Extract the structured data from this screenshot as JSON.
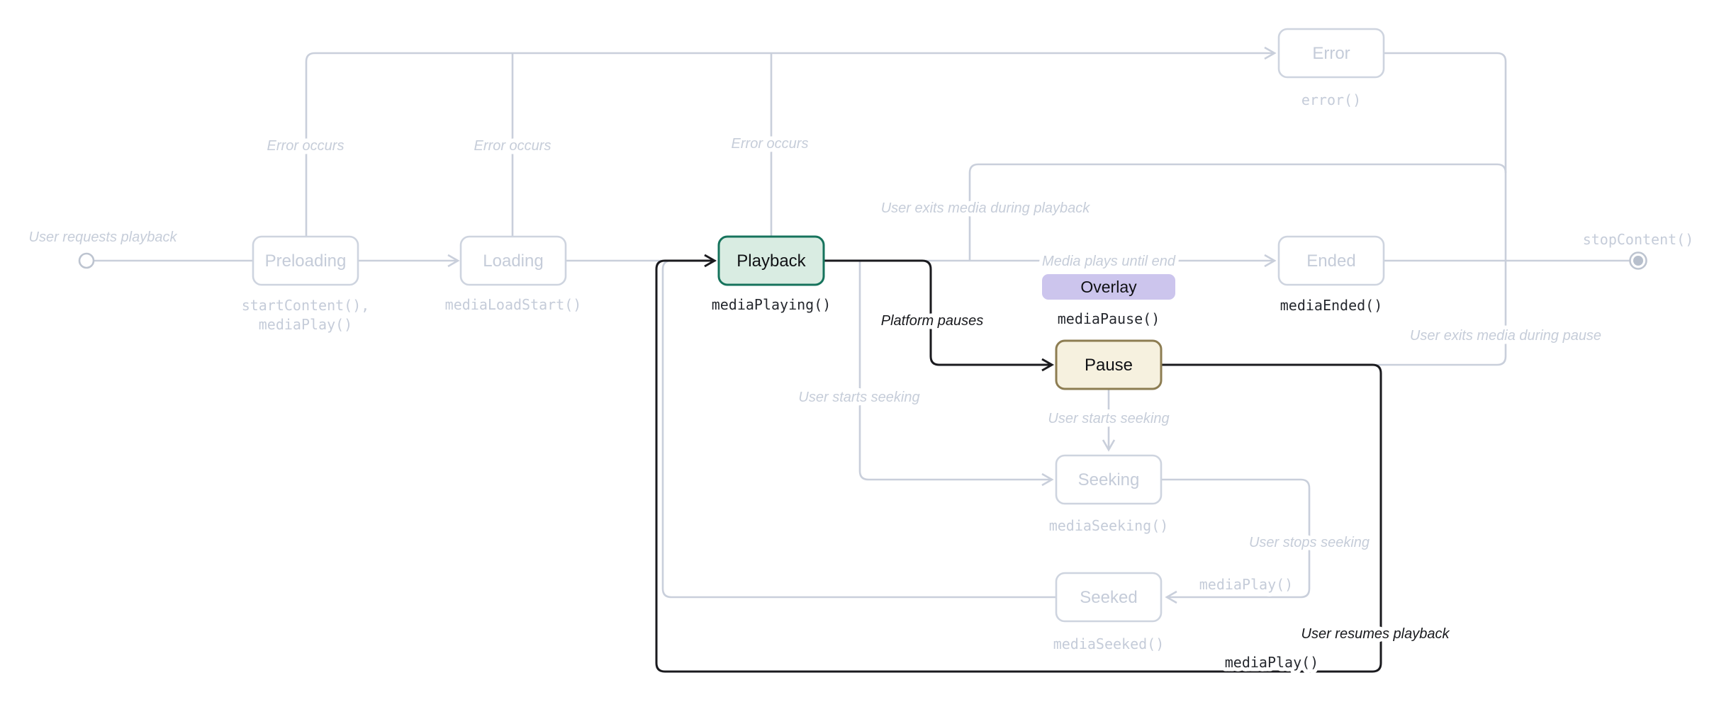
{
  "diagram": {
    "kind": "media-playback-state-machine",
    "highlighted_transition": "Playback to Pause and back to Playback"
  },
  "colors": {
    "background": "#ffffff",
    "faded_line": "#c9cfdb",
    "faded_text": "#c5ccd9",
    "highlight_line": "#1a1a1e",
    "playback_fill": "#d9ece2",
    "playback_border": "#16735c",
    "pause_fill": "#f6f1df",
    "pause_border": "#8d7d52",
    "overlay_fill": "#ccc5ed"
  },
  "states": {
    "preloading": {
      "label": "Preloading",
      "caption": [
        "startContent(),",
        "mediaPlay()"
      ],
      "highlighted": false
    },
    "loading": {
      "label": "Loading",
      "caption": [
        "mediaLoadStart()"
      ],
      "highlighted": false
    },
    "playback": {
      "label": "Playback",
      "caption": [
        "mediaPlaying()"
      ],
      "highlighted": true
    },
    "overlay": {
      "label": "Overlay",
      "caption": [
        "mediaPause()"
      ],
      "highlighted": true
    },
    "pause": {
      "label": "Pause",
      "caption": [],
      "highlighted": true
    },
    "seeking": {
      "label": "Seeking",
      "caption": [
        "mediaSeeking()"
      ],
      "highlighted": false
    },
    "seeked": {
      "label": "Seeked",
      "caption": [
        "mediaSeeked()"
      ],
      "highlighted": false
    },
    "ended": {
      "label": "Ended",
      "caption": [
        "mediaEnded()"
      ],
      "highlighted": false
    },
    "error": {
      "label": "Error",
      "caption": [
        "error()"
      ],
      "highlighted": false
    }
  },
  "edges": {
    "user_requests_playback": {
      "label": "User requests playback"
    },
    "error_occurs": {
      "label": "Error occurs"
    },
    "media_plays_until_end": {
      "label": "Media plays until end"
    },
    "user_exits_playback": {
      "label": "User exits media during playback"
    },
    "user_exits_pause": {
      "label": "User exits media during pause"
    },
    "platform_pauses": {
      "label": "Platform pauses"
    },
    "user_starts_seeking": {
      "label": "User starts seeking"
    },
    "user_stops_seeking": {
      "label": "User stops seeking",
      "caption": "mediaPlay()"
    },
    "user_resumes_playback": {
      "label": "User resumes playback",
      "caption": "mediaPlay()"
    },
    "stop_content": {
      "label": "stopContent()"
    }
  },
  "transitions": [
    {
      "from": "start",
      "to": "Preloading",
      "label": "User requests playback"
    },
    {
      "from": "Preloading",
      "to": "Loading",
      "label": ""
    },
    {
      "from": "Loading",
      "to": "Playback",
      "label": ""
    },
    {
      "from": "Preloading",
      "to": "Error",
      "label": "Error occurs"
    },
    {
      "from": "Loading",
      "to": "Error",
      "label": "Error occurs"
    },
    {
      "from": "Playback",
      "to": "Error",
      "label": "Error occurs"
    },
    {
      "from": "Playback",
      "to": "Ended",
      "label": "Media plays until end"
    },
    {
      "from": "Playback",
      "to": "end",
      "label": "User exits media during playback"
    },
    {
      "from": "Playback",
      "to": "Pause",
      "label": "Platform pauses",
      "highlighted": true
    },
    {
      "from": "Pause",
      "to": "Playback",
      "label": "User resumes playback",
      "event": "mediaPlay()",
      "highlighted": true
    },
    {
      "from": "Pause",
      "to": "end",
      "label": "User exits media during pause"
    },
    {
      "from": "Pause",
      "to": "Seeking",
      "label": "User starts seeking"
    },
    {
      "from": "Playback",
      "to": "Seeking",
      "label": "User starts seeking"
    },
    {
      "from": "Seeking",
      "to": "Seeked",
      "label": "User stops seeking",
      "event": "mediaPlay()"
    },
    {
      "from": "Seeked",
      "to": "Playback",
      "label": ""
    },
    {
      "from": "Ended",
      "to": "end",
      "label": ""
    },
    {
      "from": "Error",
      "to": "end",
      "label": ""
    },
    {
      "from": "end",
      "to": null,
      "label": "stopContent()"
    }
  ]
}
